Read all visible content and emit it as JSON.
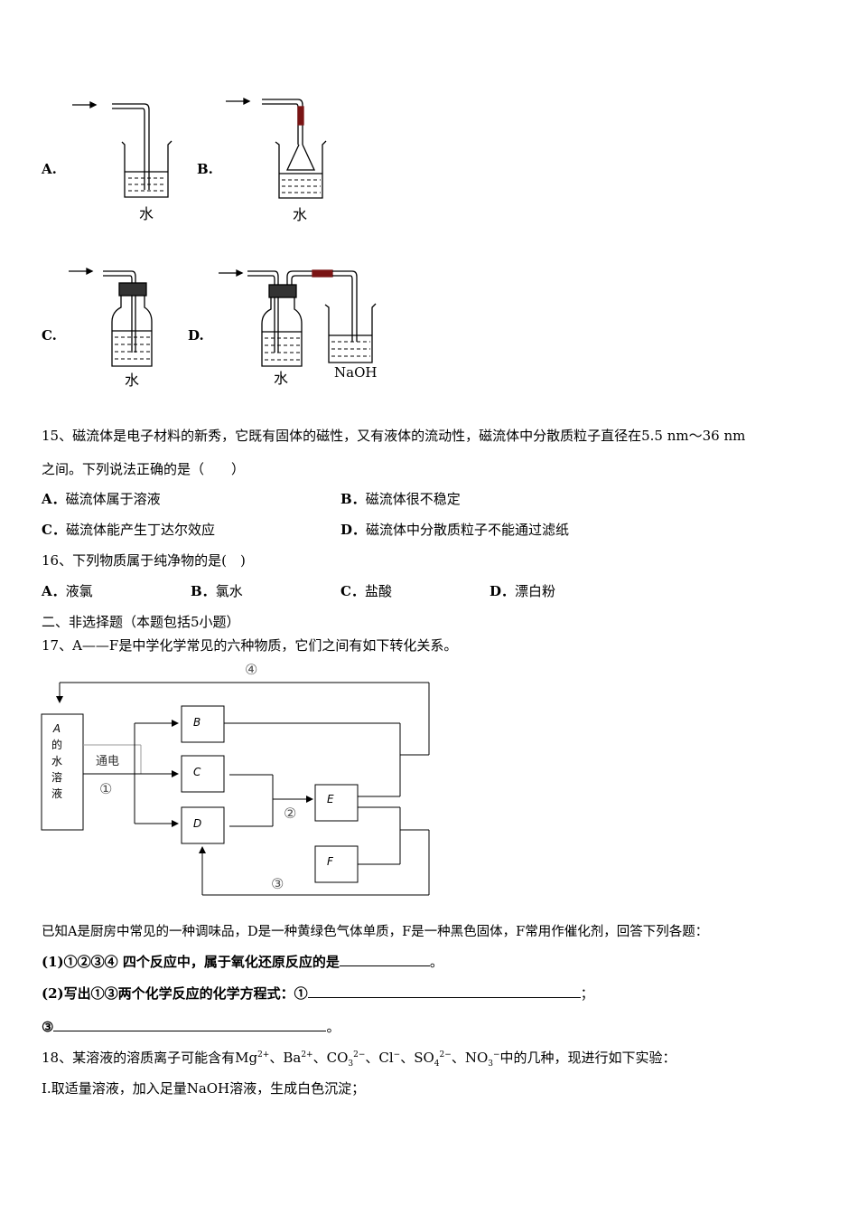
{
  "q14": {
    "opt_a": "A.",
    "opt_b": "B.",
    "opt_c": "C.",
    "opt_d": "D.",
    "water": "水",
    "naoh": "NaOH"
  },
  "q15": {
    "stem_line1": "15、磁流体是电子材料的新秀，它既有固体的磁性，又有液体的流动性，磁流体中分散质粒子直径在5.5 nm～36 nm",
    "stem_line2": "之间。下列说法正确的是（　　）",
    "a_label": "A．",
    "a_text": "磁流体属于溶液",
    "b_label": "B．",
    "b_text": "磁流体很不稳定",
    "c_label": "C．",
    "c_text": "磁流体能产生丁达尔效应",
    "d_label": "D．",
    "d_text": "磁流体中分散质粒子不能通过滤纸"
  },
  "q16": {
    "stem": "16、下列物质属于纯净物的是(　)",
    "a_label": "A．",
    "a_text": "液氯",
    "b_label": "B．",
    "b_text": "氯水",
    "c_label": "C．",
    "c_text": "盐酸",
    "d_label": "D．",
    "d_text": "漂白粉"
  },
  "section2": "二、非选择题（本题包括5小题）",
  "q17": {
    "stem": "17、A——F是中学化学常见的六种物质，它们之间有如下转化关系。",
    "diagram": {
      "a_box": [
        "A",
        "的",
        "水",
        "溶",
        "液"
      ],
      "b": "B",
      "c": "C",
      "d": "D",
      "e": "E",
      "f": "F",
      "electrolysis": "通电",
      "r1": "①",
      "r2": "②",
      "r3": "③",
      "r4": "④"
    },
    "known": "已知A是厨房中常见的一种调味品，D是一种黄绿色气体单质，F是一种黑色固体，F常用作催化剂，回答下列各题：",
    "p1": "(1)①②③④ 四个反应中，属于氧化还原反应的是",
    "p1_end": "。",
    "p2": "(2)写出①③两个化学反应的化学方程式：①",
    "p2_end": "；",
    "p3": "③",
    "p3_end": "。"
  },
  "q18": {
    "stem_prefix": "18、某溶液的溶质离子可能含有Mg",
    "mg_sup": "2+",
    "sep1": "、Ba",
    "ba_sup": "2+",
    "sep2": "、CO",
    "co_sub": "3",
    "co_sup": "2−",
    "sep3": "、Cl",
    "cl_sup": "−",
    "sep4": "、SO",
    "so_sub": "4",
    "so_sup": "2−",
    "sep5": "、NO",
    "no_sub": "3",
    "no_sup": "−",
    "stem_suffix": "中的几种，现进行如下实验：",
    "step1": "Ⅰ.取适量溶液，加入足量NaOH溶液，生成白色沉淀；"
  }
}
